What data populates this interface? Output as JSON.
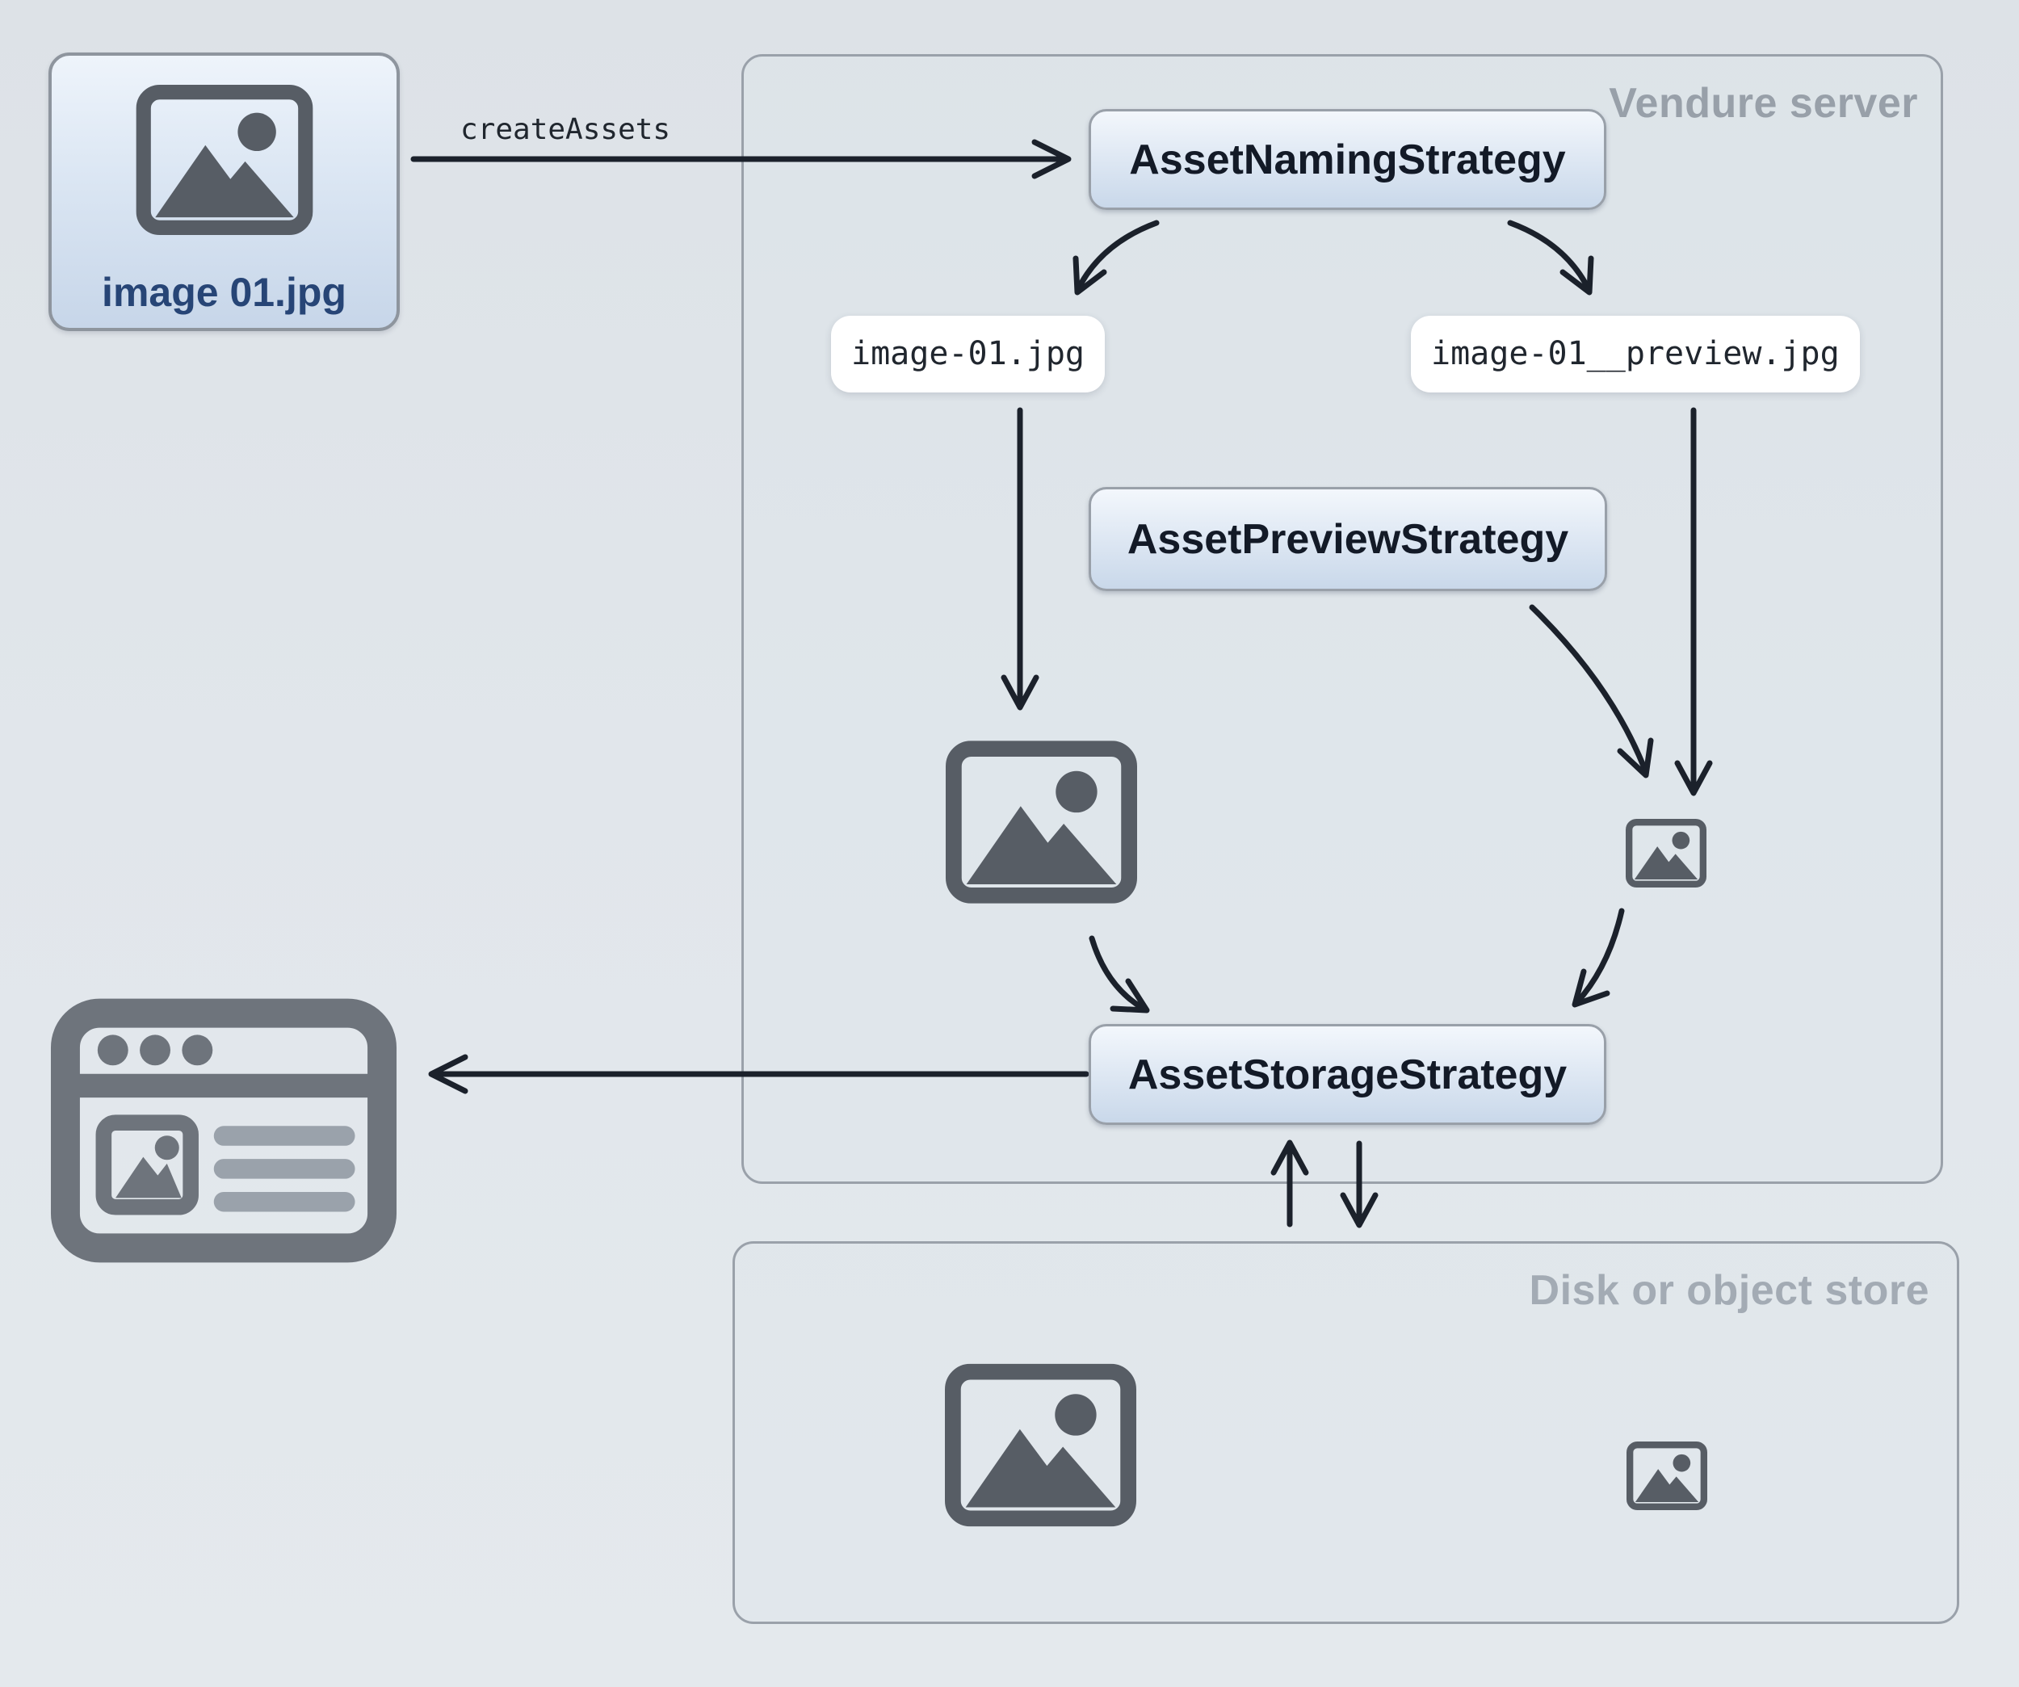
{
  "diagram": {
    "source_file": {
      "label": "image 01.jpg",
      "icon": "image-icon"
    },
    "flow_label": "createAssets",
    "vendure_server": {
      "title": "Vendure server",
      "naming_strategy_label": "AssetNamingStrategy",
      "preview_strategy_label": "AssetPreviewStrategy",
      "storage_strategy_label": "AssetStorageStrategy",
      "original_filename": "image-01.jpg",
      "preview_filename": "image-01__preview.jpg",
      "original_image_icon": "image-icon",
      "preview_thumbnail_icon": "image-icon-small"
    },
    "disk_store": {
      "title": "Disk or object store",
      "stored_original_icon": "image-icon",
      "stored_preview_icon": "image-icon-small"
    },
    "client": {
      "icon": "browser-window-icon"
    },
    "colors": {
      "arrow": "#1b212b",
      "box_border": "#99a0a9",
      "box_top": "#f3f7fc",
      "box_bottom": "#c9d8ea",
      "container_border": "#9aa1aa",
      "pill_bg": "#ffffff",
      "icon_gray": "#575d65",
      "browser_gray": "#6e747c",
      "browser_line_gray": "#9aa2ab",
      "vendure_title_gray": "#98a0a9",
      "disk_title_gray": "#a3abb4",
      "file_label_navy": "#274576",
      "code_text": "#20262e",
      "box_text": "#131a27"
    }
  }
}
